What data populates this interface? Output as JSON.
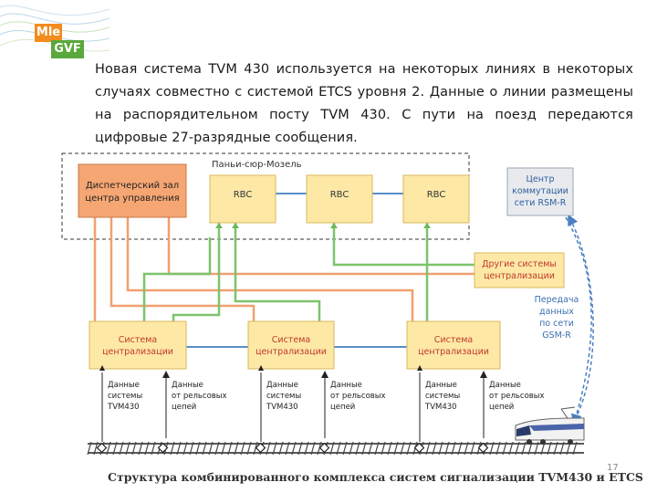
{
  "logo": {
    "line1": "Mle",
    "line2": "GVF"
  },
  "intro_text": "Новая система TVM 430 используется на некоторых линиях в некоторых случаях совместно с системой ETCS уровня 2. Данные о линии размещены на распорядительном посту TVM 430. С пути на поезд передаются цифровые 27-разрядные сообщения.",
  "diagram": {
    "region_label": "Паньи-сюр-Мозель",
    "dispatch": {
      "line1": "Диспетчерский зал",
      "line2": "центра управления"
    },
    "rbc_label": "RBC",
    "gsm_center": {
      "line1": "Центр",
      "line2": "коммутации",
      "line3": "сети RSM-R"
    },
    "other_systems": {
      "line1": "Другие системы",
      "line2": "централизации"
    },
    "transfer": {
      "line1": "Передача",
      "line2": "данных",
      "line3": "по сети",
      "line4": "GSM-R"
    },
    "interlocking": {
      "line1": "Система",
      "line2": "централизации"
    },
    "tvm_data": {
      "line1": "Данные",
      "line2": "системы",
      "line3": "TVM430"
    },
    "track_data": {
      "line1": "Данные",
      "line2": "от рельсовых",
      "line3": "цепей"
    },
    "caption": "Структура комбинированного комплекса систем сигнализации TVM430 и ETCS"
  },
  "page_number": "17",
  "colors": {
    "orange_box": "#f5a672",
    "orange_line": "#f0a070",
    "yellow_box": "#fde8a6",
    "green_line": "#7cc36b",
    "blue_line": "#5b8fc9",
    "gray_box": "#e8eaee"
  }
}
